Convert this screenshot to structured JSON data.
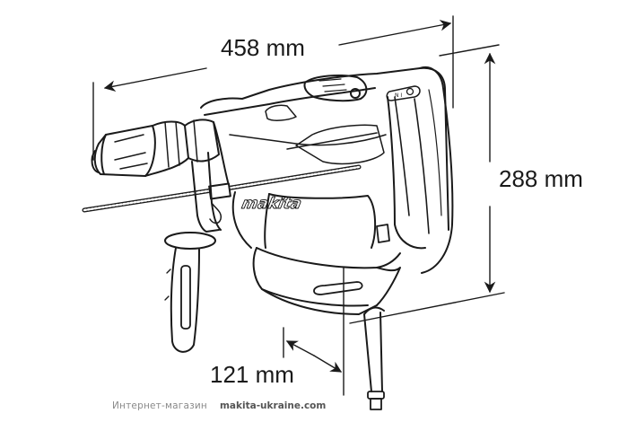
{
  "drawing": {
    "subject": "Makita rotary hammer drill — dimensional line drawing",
    "brand_logo_text": "makita",
    "switch_label": "N I",
    "stroke_color": "#1a1a1a",
    "background_color": "#ffffff"
  },
  "dimensions": {
    "length": {
      "label": "458 mm",
      "value": 458,
      "unit": "mm"
    },
    "height": {
      "label": "288 mm",
      "value": 288,
      "unit": "mm"
    },
    "depth": {
      "label": "121 mm",
      "value": 121,
      "unit": "mm"
    }
  },
  "watermark": {
    "prefix": "Интернет-магазин",
    "site": "makita-ukraine.com"
  }
}
